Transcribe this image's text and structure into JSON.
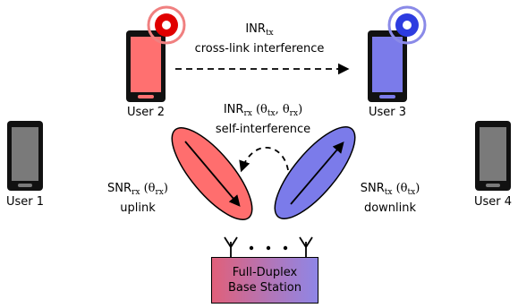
{
  "users": {
    "user1": "User 1",
    "user2": "User 2",
    "user3": "User 3",
    "user4": "User 4"
  },
  "cross_link": {
    "metric": "INR",
    "subscript": "tx",
    "label": "cross-link interference"
  },
  "self_interference": {
    "metric": "INR",
    "subscript": "rx",
    "args": "(θ",
    "arg1_sub": "tx",
    "sep": ", θ",
    "arg2_sub": "rx",
    "close": ")",
    "label": "self-interference"
  },
  "uplink": {
    "metric": "SNR",
    "subscript": "rx",
    "args": "(θ",
    "arg_sub": "rx",
    "close": ")",
    "label": "uplink"
  },
  "downlink": {
    "metric": "SNR",
    "subscript": "tx",
    "args": "(θ",
    "arg_sub": "tx",
    "close": ")",
    "label": "downlink"
  },
  "base_station": {
    "line1": "Full-Duplex",
    "line2": "Base Station"
  },
  "colors": {
    "receive_red": "#ff7070",
    "transmit_blue": "#7b7bea",
    "idle_gray": "#7a7a7a",
    "tx_signal": "#e00000",
    "rx_signal": "#2d3ce0"
  }
}
